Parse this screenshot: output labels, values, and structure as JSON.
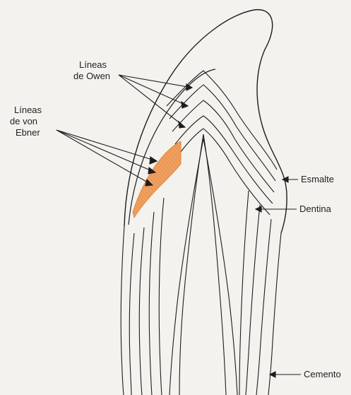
{
  "figure": {
    "colors": {
      "background": "#f4f2ee",
      "ink": "#1d1d1d",
      "highlight": "#f0a060"
    },
    "labels": {
      "owen": [
        "Líneas",
        "de Owen"
      ],
      "ebner": [
        "Líneas",
        "de von",
        "Ebner"
      ],
      "esmalte": "Esmalte",
      "dentina": "Dentina",
      "cemento": "Cemento"
    }
  }
}
